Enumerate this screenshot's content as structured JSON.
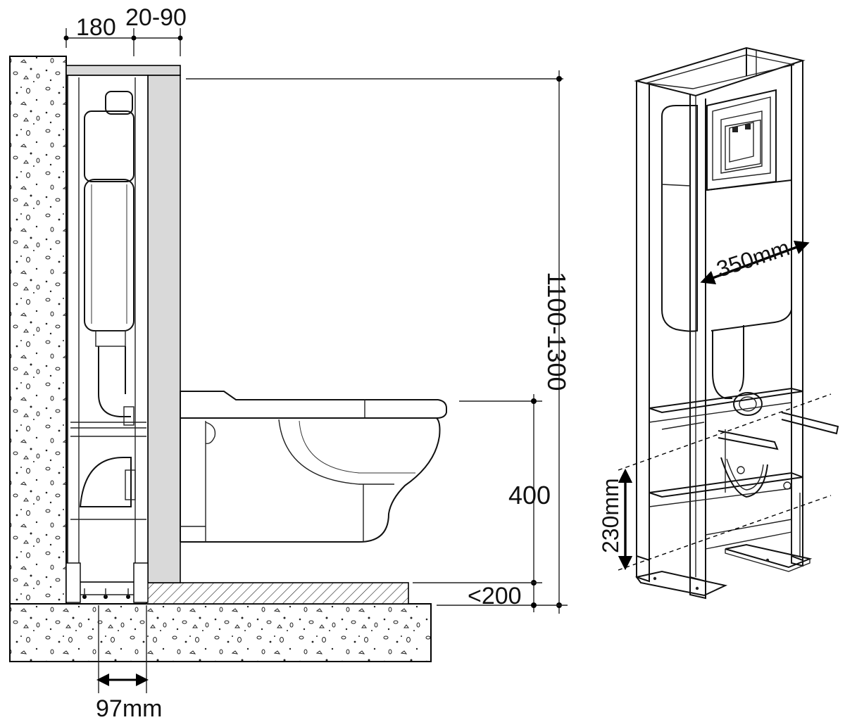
{
  "dimensions": {
    "frame_depth": "180",
    "cladding_thickness": "20-90",
    "frame_height": "1100-1300",
    "seat_height": "400",
    "floor_build_up": "<200",
    "tank_width": "350mm",
    "outlet_height": "230mm",
    "rear_offset": "97mm"
  }
}
